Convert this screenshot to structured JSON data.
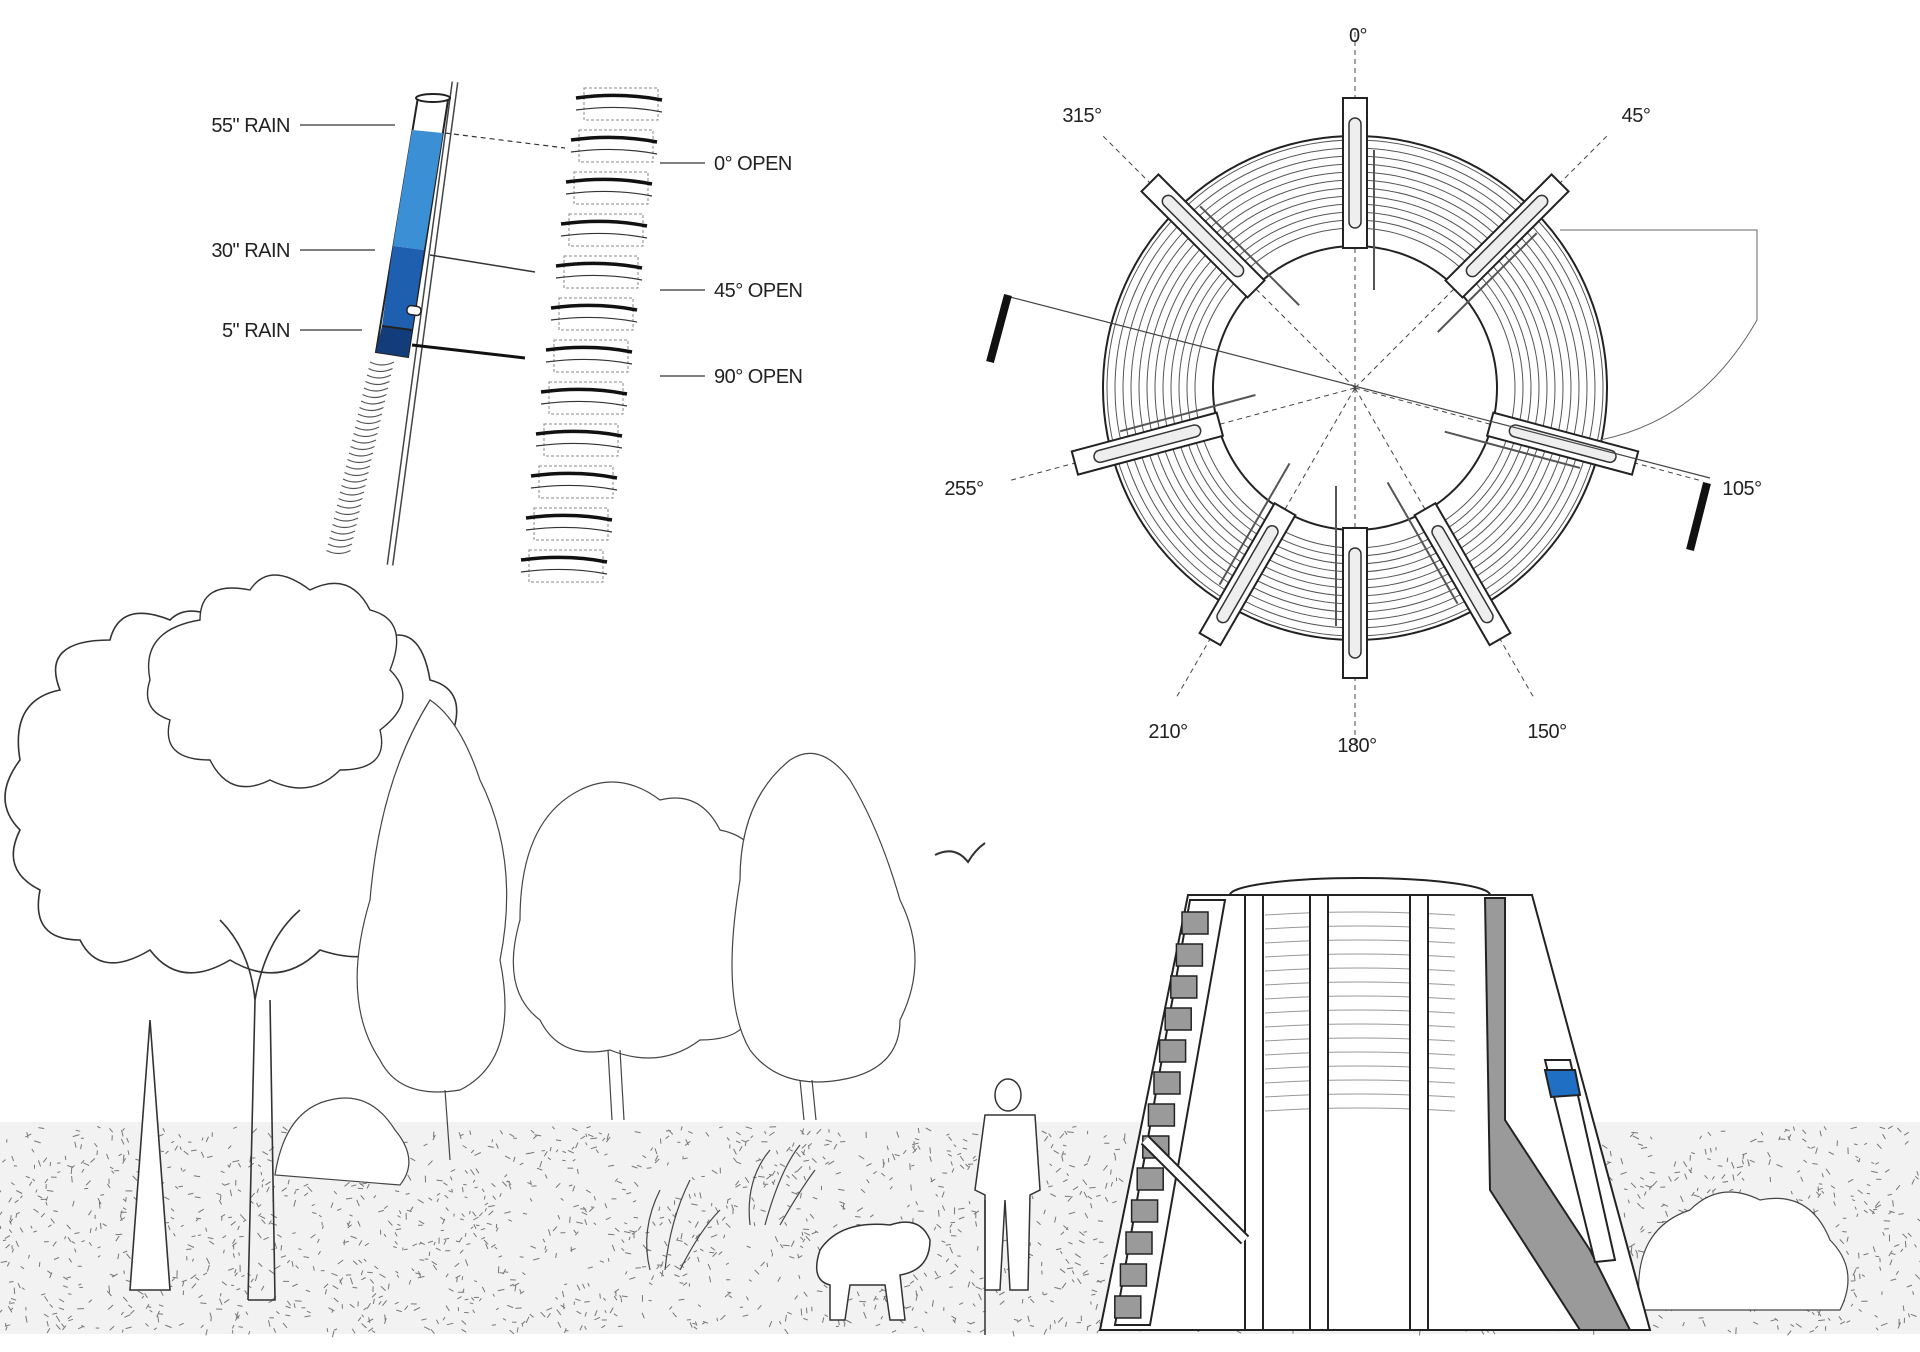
{
  "rain_gauge": {
    "levels": [
      {
        "label": "55\" RAIN"
      },
      {
        "label": "30\" RAIN"
      },
      {
        "label": "5\" RAIN"
      }
    ],
    "louver_states": [
      {
        "label": "0° OPEN"
      },
      {
        "label": "45° OPEN"
      },
      {
        "label": "90° OPEN"
      }
    ],
    "colors": {
      "water_light": "#3b8fd4",
      "water_mid": "#1f5fb0",
      "water_dark": "#123d7a"
    }
  },
  "plan": {
    "angles": [
      {
        "label": "0°"
      },
      {
        "label": "45°"
      },
      {
        "label": "105°"
      },
      {
        "label": "150°"
      },
      {
        "label": "180°"
      },
      {
        "label": "210°"
      },
      {
        "label": "255°"
      },
      {
        "label": "315°"
      }
    ]
  },
  "scene": {
    "ground_color": "#f2f2f2",
    "structure_gray": "#9a9a9a",
    "water_color": "#1f6fc4"
  }
}
